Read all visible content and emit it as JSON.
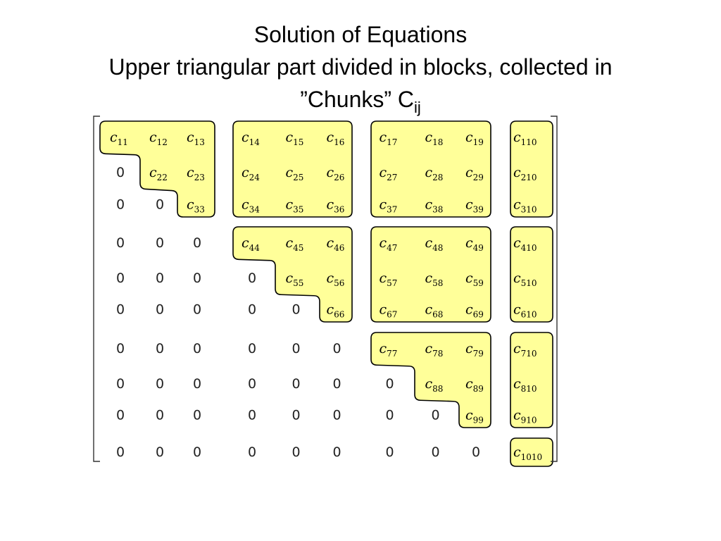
{
  "title": {
    "line1": "Solution of Equations",
    "line2": "Upper triangular part divided in blocks, collected in",
    "line3": "”Chunks”  C",
    "line3_sub": "ij"
  },
  "matrix": {
    "size": 10,
    "symbol": "c",
    "zero": "0",
    "block_fill": "#ffff99",
    "block_stroke": "#000000",
    "block_rows": [
      [
        1,
        3
      ],
      [
        4,
        6
      ],
      [
        7,
        9
      ],
      [
        10,
        10
      ]
    ],
    "block_cols": [
      [
        1,
        3
      ],
      [
        4,
        6
      ],
      [
        7,
        9
      ],
      [
        10,
        10
      ]
    ]
  }
}
